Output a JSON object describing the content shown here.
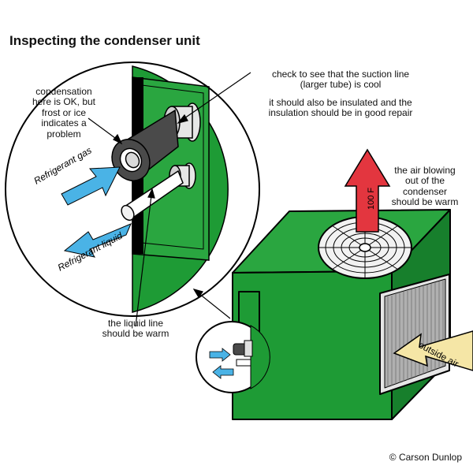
{
  "title": "Inspecting the condenser unit",
  "copyright": "© Carson Dunlop",
  "callouts": {
    "condensation": [
      "condensation",
      "here is OK, but",
      "frost or ice",
      "indicates a",
      "problem"
    ],
    "suction_line": [
      "check to see that the suction line",
      "(larger tube) is cool"
    ],
    "insulation": [
      "it should also be insulated and the",
      "insulation should be in good repair"
    ],
    "liquid_line": [
      "the liquid line",
      "should be warm"
    ],
    "air_blowing": [
      "the air blowing",
      "out of the",
      "condenser",
      "should be warm"
    ]
  },
  "arrow_labels": {
    "refrigerant_gas": "Refrigerant gas",
    "refrigerant_liquid": "Refrigerant liquid",
    "outside_air": "outside air",
    "temperature": "100 F"
  },
  "colors": {
    "cabinet_green": "#1e9b35",
    "cabinet_dark": "#157a28",
    "refrigerant_arrow": "#4ab3e6",
    "hot_air_arrow": "#e3363f",
    "outside_air_arrow": "#f5e6a6",
    "insulation": "#4a4a4a"
  }
}
